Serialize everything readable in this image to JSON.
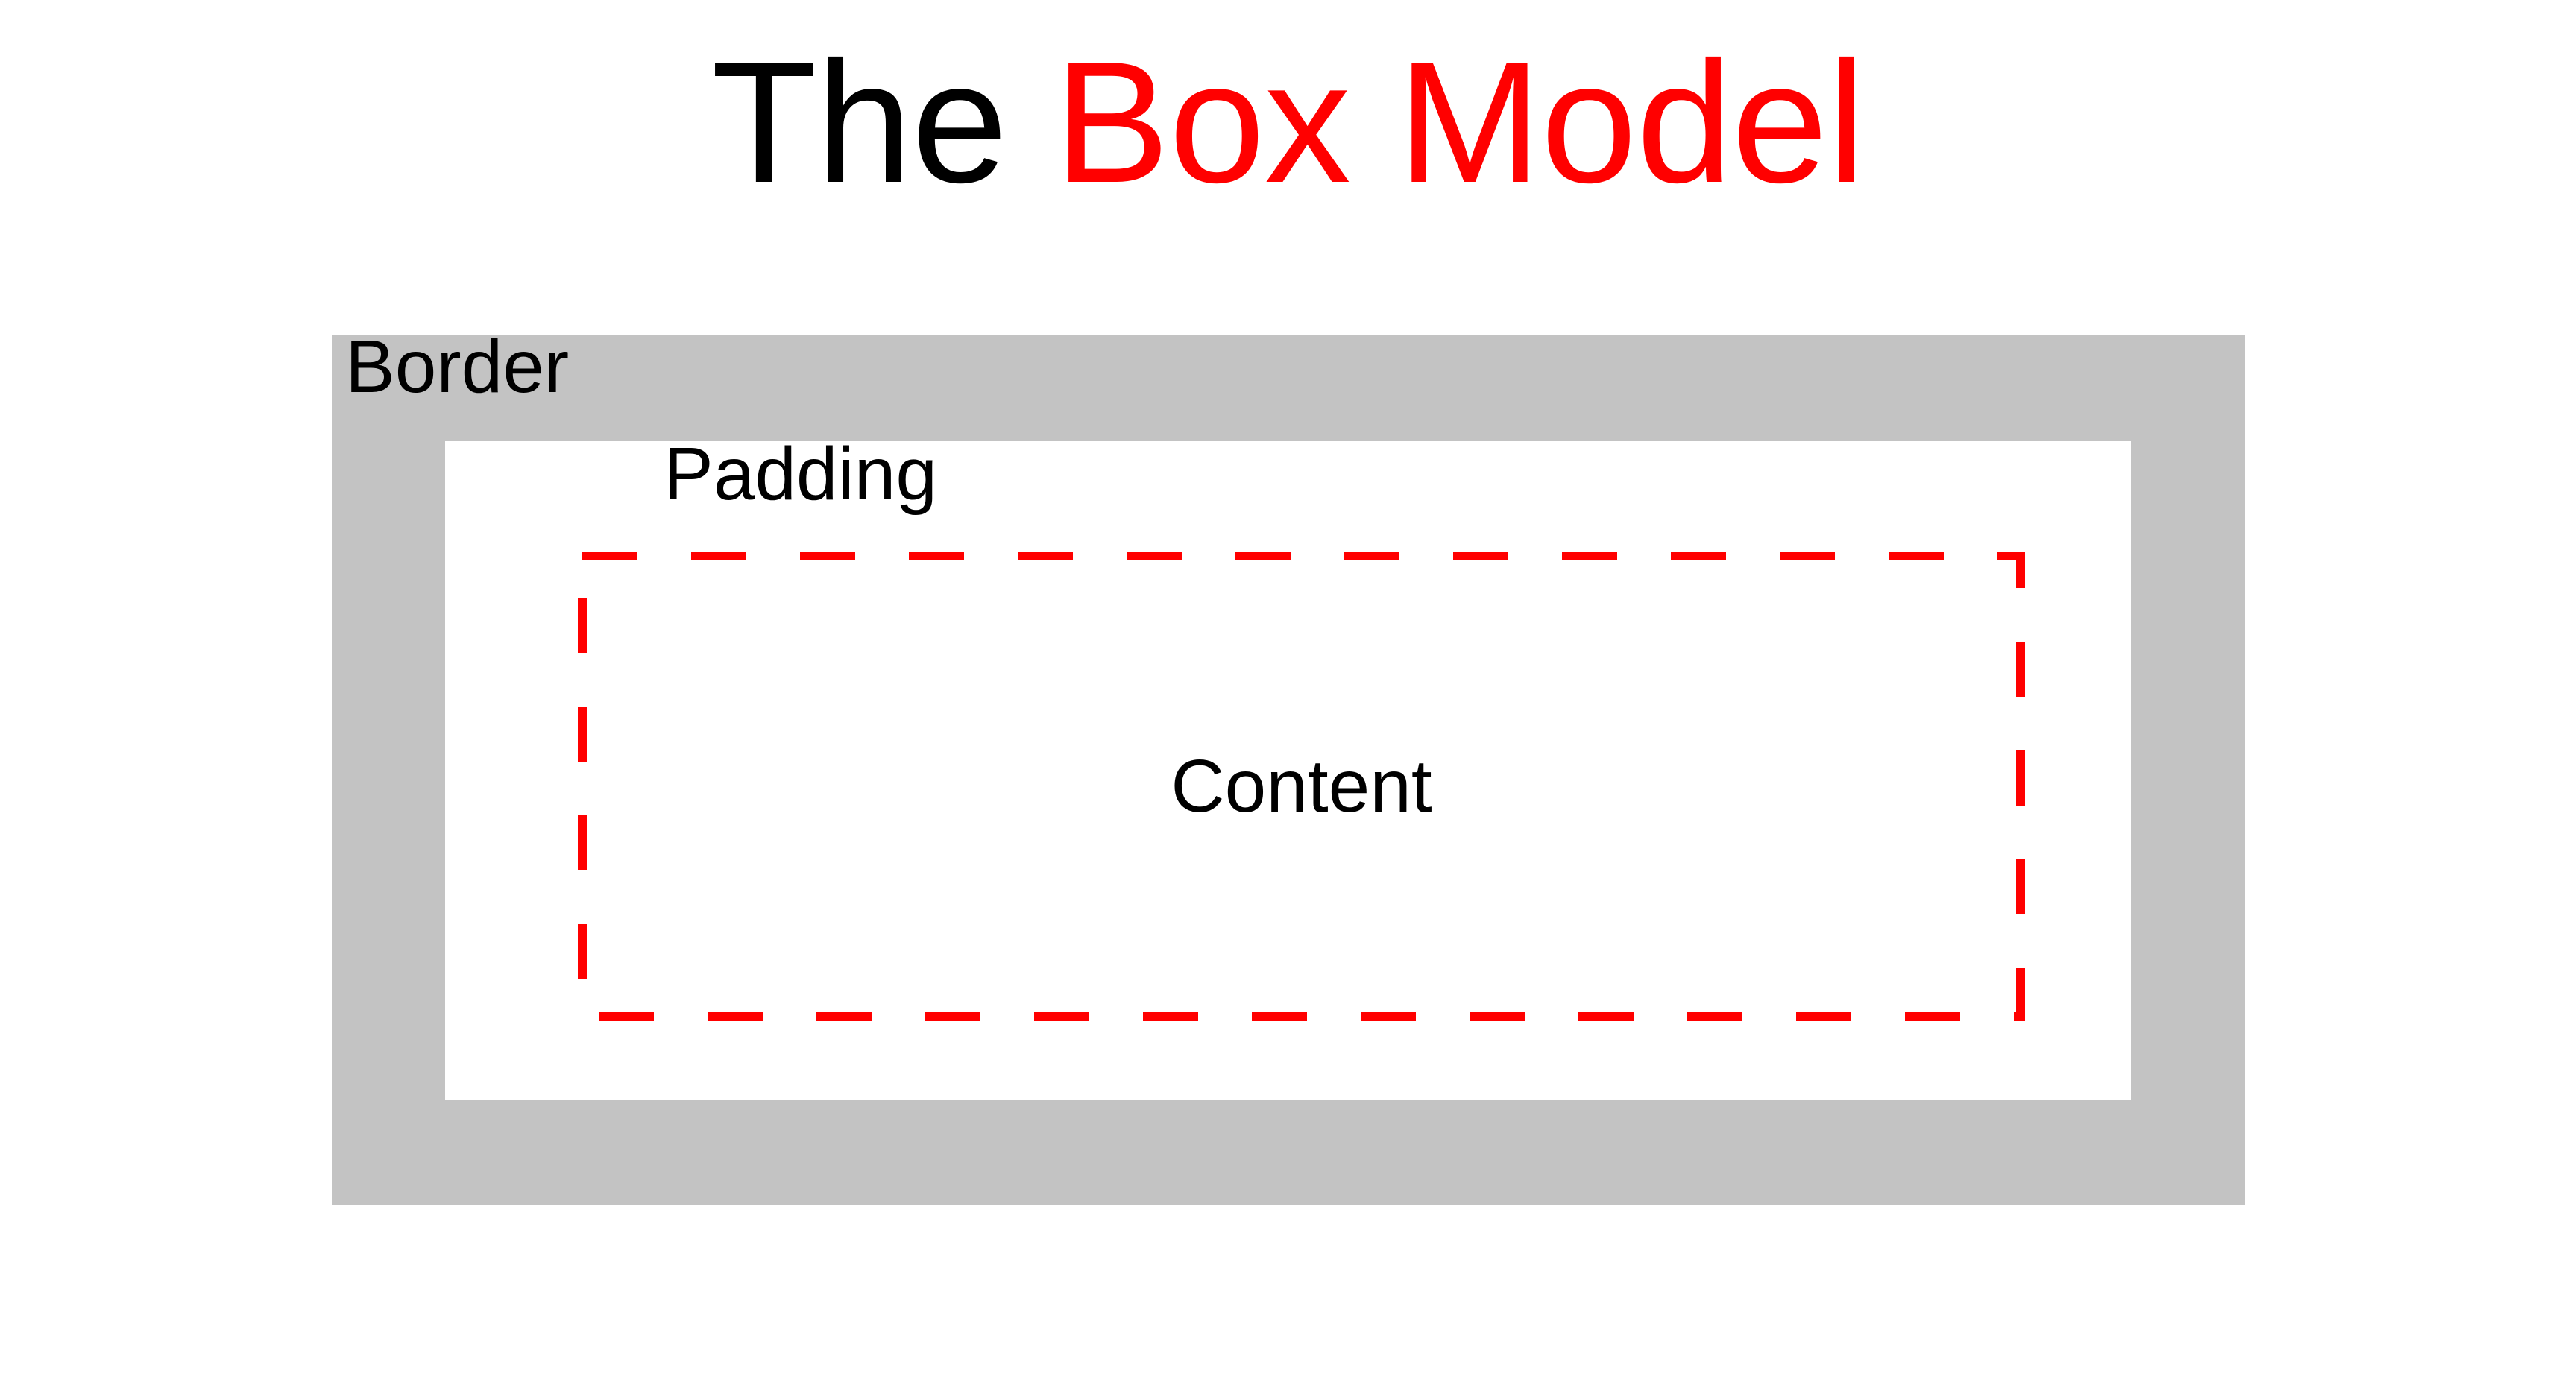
{
  "title": {
    "part_black": "The ",
    "part_red": "Box Model",
    "full_text": "The Box Model"
  },
  "diagram": {
    "border_label": "Border",
    "padding_label": "Padding",
    "content_label": "Content",
    "colors": {
      "border_box_fill": "#c3c3c3",
      "padding_box_fill": "#ffffff",
      "content_outline": "#ff0000",
      "text": "#000000",
      "page_background": "#ffffff"
    },
    "content_outline_style": "dashed"
  }
}
